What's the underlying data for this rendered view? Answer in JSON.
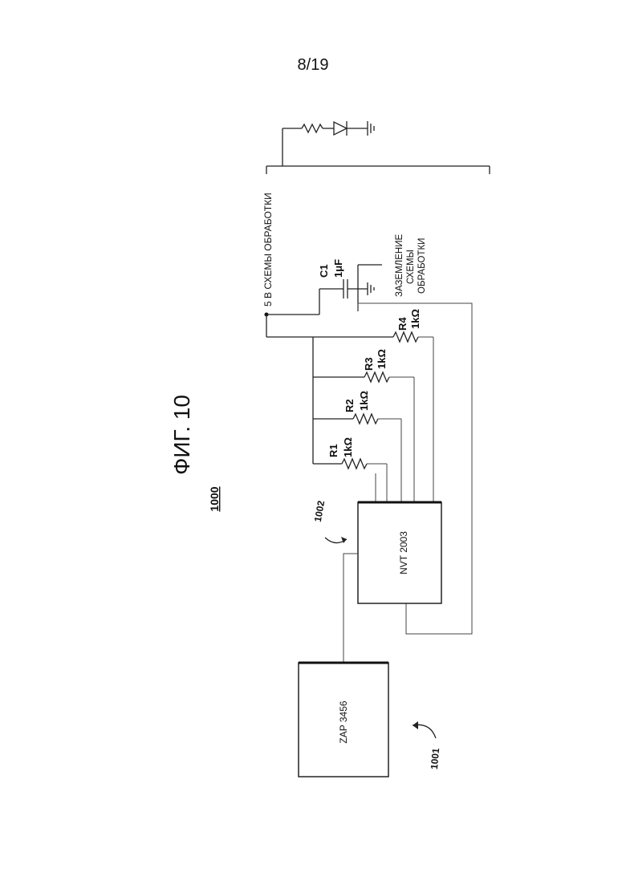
{
  "page": {
    "number": "8/19"
  },
  "figure": {
    "title": "ФИГ. 10",
    "ref": "1000"
  },
  "labels": {
    "supply": "5 В СХЕМЫ ОБРАБОТКИ",
    "ground": [
      "ЗАЗЕМЛЕНИЕ",
      "СХЕМЫ",
      "ОБРАБОТКИ"
    ],
    "c1_name": "C1",
    "c1_value": "1μF"
  },
  "resistors": [
    {
      "name": "R1",
      "value": "1kΩ"
    },
    {
      "name": "R2",
      "value": "1kΩ"
    },
    {
      "name": "R3",
      "value": "1kΩ"
    },
    {
      "name": "R4",
      "value": "1kΩ"
    }
  ],
  "components": {
    "nvt": {
      "label": "NVT 2003",
      "ref": "1002"
    },
    "zap": {
      "label": "ZAP 3456",
      "ref": "1001"
    }
  }
}
